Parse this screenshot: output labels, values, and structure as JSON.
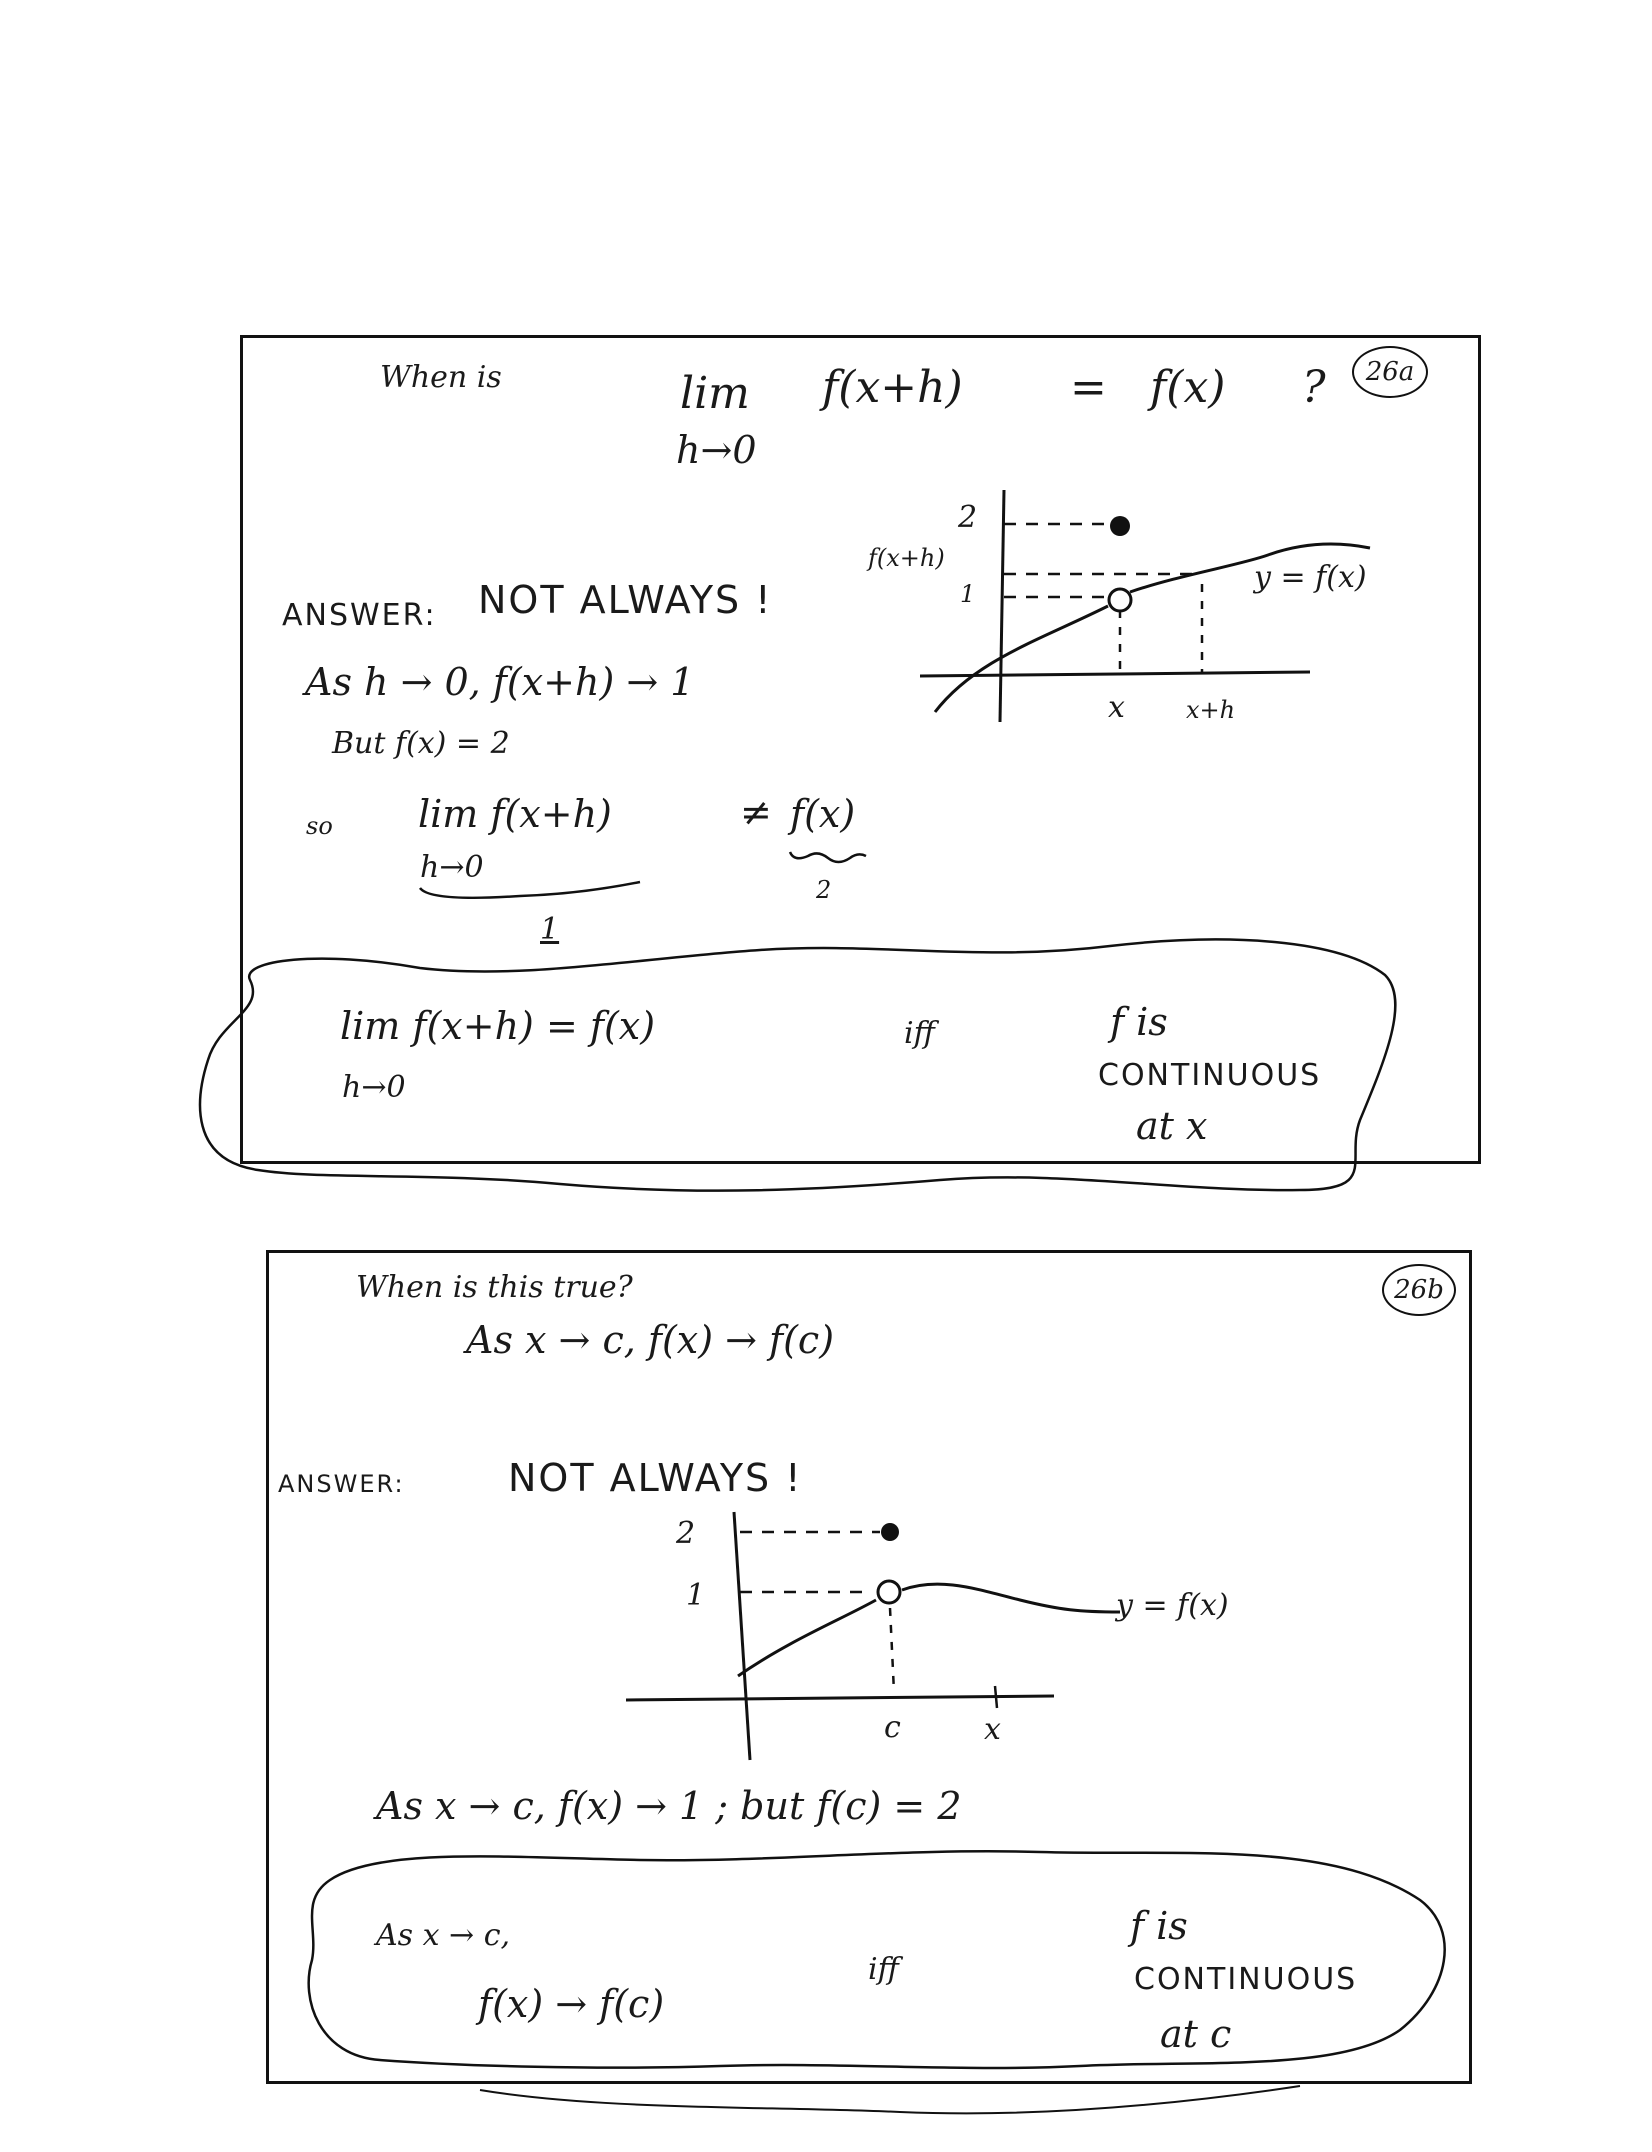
{
  "panel_a": {
    "badge": "26a",
    "question": {
      "when_is": "When is",
      "lim": "lim",
      "expr": "f(x+h)",
      "equals": "=",
      "rhs": "f(x)",
      "qmark": "?",
      "sub": "h→0"
    },
    "answer_label": "ANSWER:",
    "answer_value": "NOT ALWAYS !",
    "line1": "As  h → 0,  f(x+h) → 1",
    "line2": "But  f(x) = 2",
    "line3_prefix": "so",
    "line3_lim": "lim  f(x+h)",
    "line3_sub": "h→0",
    "line3_neq": "≠",
    "line3_rhs": "f(x)",
    "brace_left_value": "1",
    "brace_right_value": "2",
    "graph": {
      "y_tick_2": "2",
      "y_tick_fxh": "f(x+h)",
      "y_tick_1": "1",
      "curve_label": "y = f(x)",
      "x_tick_x": "x",
      "x_tick_xh": "x+h"
    },
    "iff_box": {
      "lim": "lim  f(x+h) = f(x)",
      "sub": "h→0",
      "iff": "iff",
      "f_is": "f  is",
      "continuous": "CONTINUOUS",
      "at": "at  x"
    }
  },
  "panel_b": {
    "badge": "26b",
    "question": "When is this true?",
    "statement": "As   x → c,     f(x) → f(c)",
    "answer_label": "ANSWER:",
    "answer_value": "NOT ALWAYS !",
    "graph": {
      "y_tick_2": "2",
      "y_tick_1": "1",
      "curve_label": "y = f(x)",
      "x_tick_c": "c",
      "x_tick_x": "x"
    },
    "line1": "As   x → c,   f(x) → 1   ;   but   f(c) = 2",
    "iff_box": {
      "as": "As  x → c,",
      "lim": "f(x) → f(c)",
      "iff": "iff",
      "f_is": "f  is",
      "continuous": "CONTINUOUS",
      "at": "at  c"
    }
  }
}
